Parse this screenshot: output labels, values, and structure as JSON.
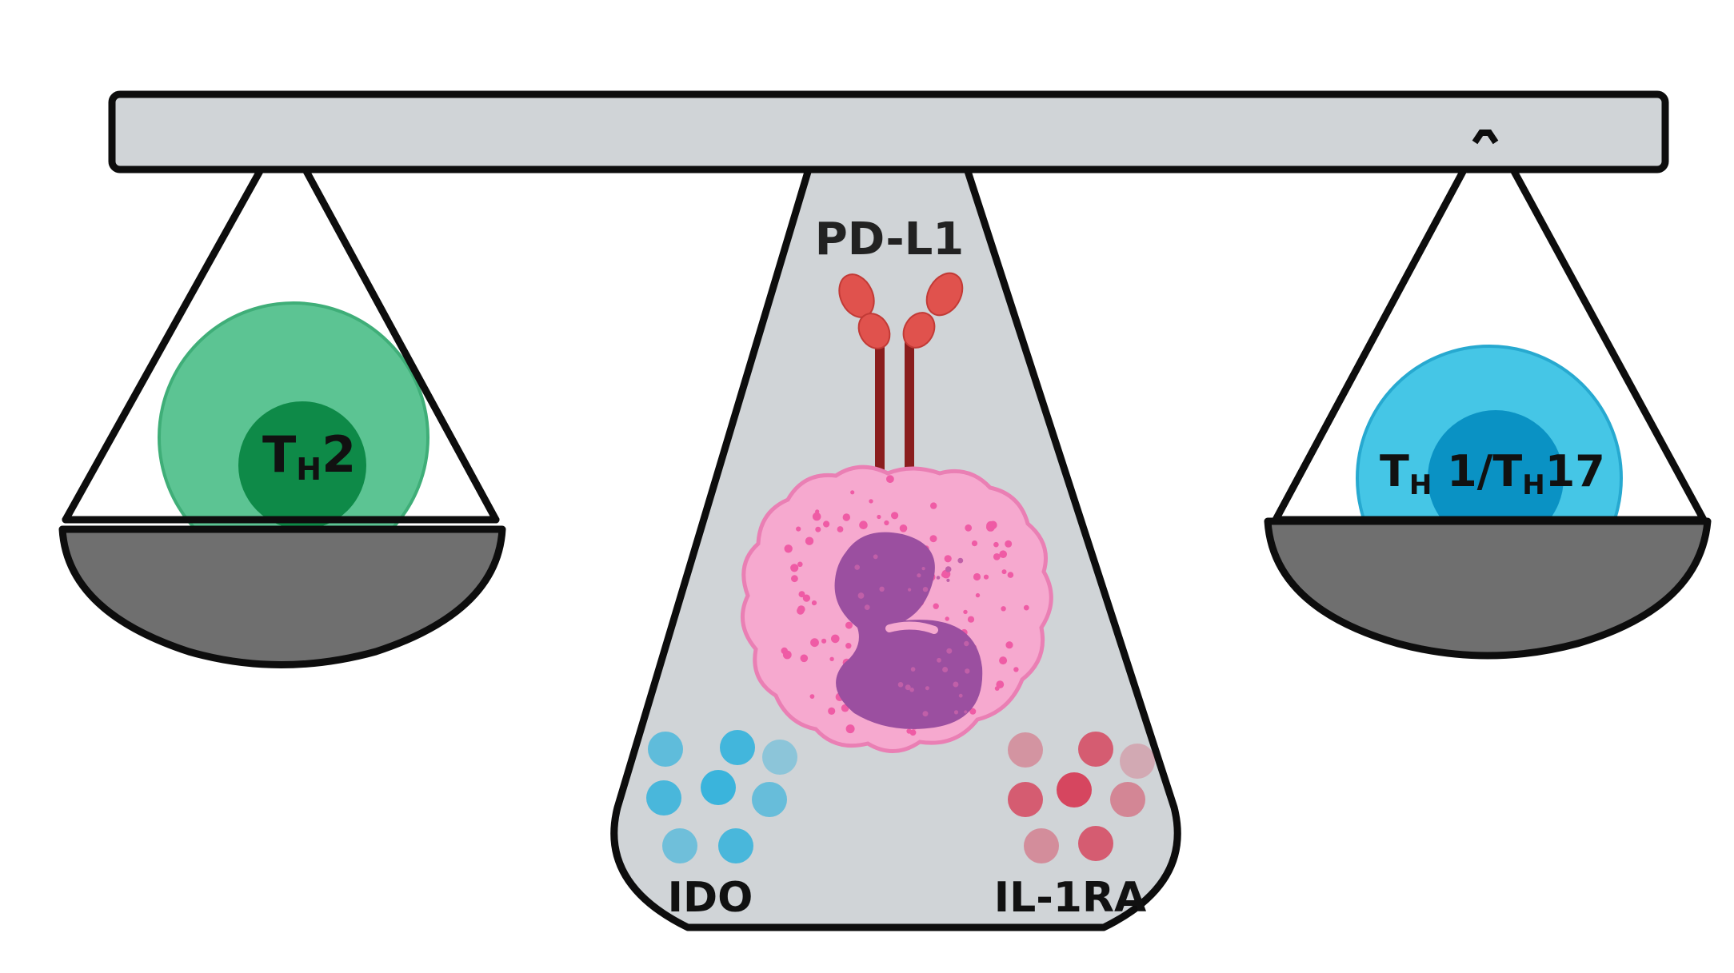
{
  "labels": {
    "pdl1": "PD-L1",
    "th2_main": "T",
    "th2_sub": "H",
    "th2_suffix": "2",
    "th1_t1": "T",
    "th1_sub1": "H",
    "th1_mid": " 1/T",
    "th1_sub2": "H",
    "th1_suffix": "17",
    "ido": "IDO",
    "il1ra": "IL-1RA"
  },
  "colors": {
    "beam": "#d0d4d7",
    "fulcrum": "#d0d4d7",
    "pan": "#6f6f6f",
    "outline": "#0d0d0d",
    "th2_outer": "#5cc493",
    "th2_inner": "#0e8a48",
    "th1_outer": "#45c6e6",
    "th1_inner": "#0a92c4",
    "neutrophil_cyto": "#f6a9cf",
    "neutrophil_nucleus": "#9b4fa0",
    "granule": "#ef5ba5",
    "receptor": "#e0524d",
    "receptor_stem": "#8a1d1d",
    "ido_dot": "#3ab4dc",
    "il1ra_dot": "#d6465f"
  },
  "icons": [
    "balance-scale",
    "th2-cell",
    "th1-th17-cell",
    "neutrophil",
    "pd-l1-receptor",
    "ido-molecules",
    "il1ra-molecules"
  ]
}
